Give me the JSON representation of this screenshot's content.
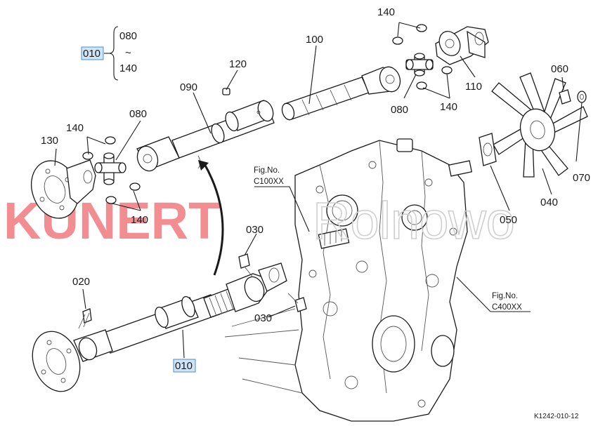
{
  "diagram": {
    "callouts": {
      "range_key": "010",
      "range_start": "080",
      "range_tilde": "~",
      "range_end": "140",
      "shaft_010": "010",
      "bolt_020": "020",
      "bolt_030_a": "030",
      "bolt_030_b": "030",
      "fan_040": "040",
      "plate_050": "050",
      "bolt_060": "060",
      "washer_070": "070",
      "spider_080_a": "080",
      "spider_080_b": "080",
      "shaft_090": "090",
      "shaft_100": "100",
      "yoke_110": "110",
      "pin_120": "120",
      "flange_130": "130",
      "clip_140_a": "140",
      "clip_140_b": "140",
      "clip_140_c": "140",
      "clip_140_d": "140"
    },
    "fig_refs": {
      "c100_title": "Fig.No.",
      "c100_code": "C100XX",
      "c400_title": "Fig.No.",
      "c400_code": "C400XX"
    },
    "watermark": {
      "brand": "KUNERT",
      "suffix": "Rolnowo"
    },
    "footer_code": "K1242-010-12",
    "colors": {
      "watermark_red": "#f07a80",
      "highlight_fill": "#cfe5f7",
      "highlight_border": "#4a90c8",
      "line": "#1a1a1a"
    }
  }
}
